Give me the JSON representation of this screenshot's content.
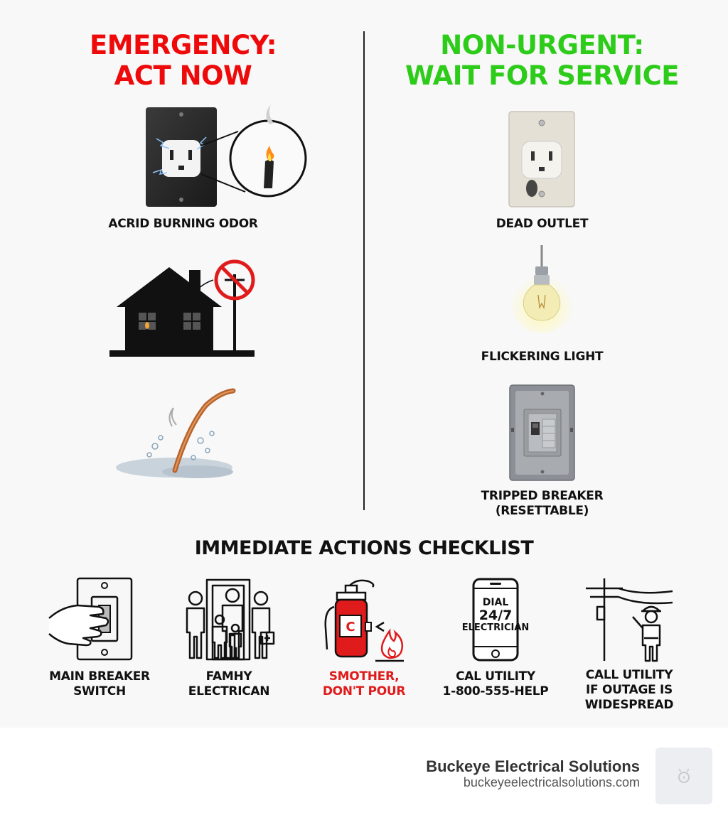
{
  "emergency": {
    "heading_line1": "EMERGENCY:",
    "heading_line2": "ACT NOW",
    "color": "#ee0a0a",
    "items": [
      {
        "label": "ACRID BURNING ODOR",
        "icon": "burning-outlet-icon"
      },
      {
        "label": "",
        "icon": "house-outage-icon"
      },
      {
        "label": "",
        "icon": "wire-water-icon"
      }
    ]
  },
  "non_urgent": {
    "heading_line1": "NON-URGENT:",
    "heading_line2": "WAIT FOR SERVICE",
    "color": "#2ecc1a",
    "items": [
      {
        "label": "DEAD OUTLET",
        "icon": "dead-outlet-icon"
      },
      {
        "label": "FLICKERING LIGHT",
        "icon": "flickering-bulb-icon"
      },
      {
        "label_line1": "TRIPPED BREAKER",
        "label_line2": "(RESETTABLE)",
        "icon": "breaker-panel-icon"
      }
    ]
  },
  "checklist": {
    "title": "IMMEDIATE ACTIONS CHECKLIST",
    "items": [
      {
        "line1": "MAIN BREAKER",
        "line2": "SWITCH",
        "icon": "breaker-switch-hand-icon",
        "color": "#111111"
      },
      {
        "line1": "FAMHY",
        "line2": "ELECTRICAN",
        "icon": "family-exit-icon",
        "color": "#111111"
      },
      {
        "line1": "SMOTHER,",
        "line2": "DON'T POUR",
        "icon": "fire-extinguisher-icon",
        "color": "#e01b1b"
      },
      {
        "line1": "CAL UTILITY",
        "line2": "1-800-555-HELP",
        "icon": "phone-icon",
        "color": "#111111"
      },
      {
        "line1": "CALL UTILITY",
        "line2": "IF OUTAGE IS",
        "line3": "WIDESPREAD",
        "icon": "utility-worker-icon",
        "color": "#111111"
      }
    ],
    "phone_screen": {
      "line1": "DIAL",
      "line2": "24/7",
      "line3": "ELECTRICIAN"
    }
  },
  "footer": {
    "brand": "Buckeye Electrical Solutions",
    "url": "buckeyeelectricalsolutions.com",
    "logo_icon": "logo-icon"
  }
}
